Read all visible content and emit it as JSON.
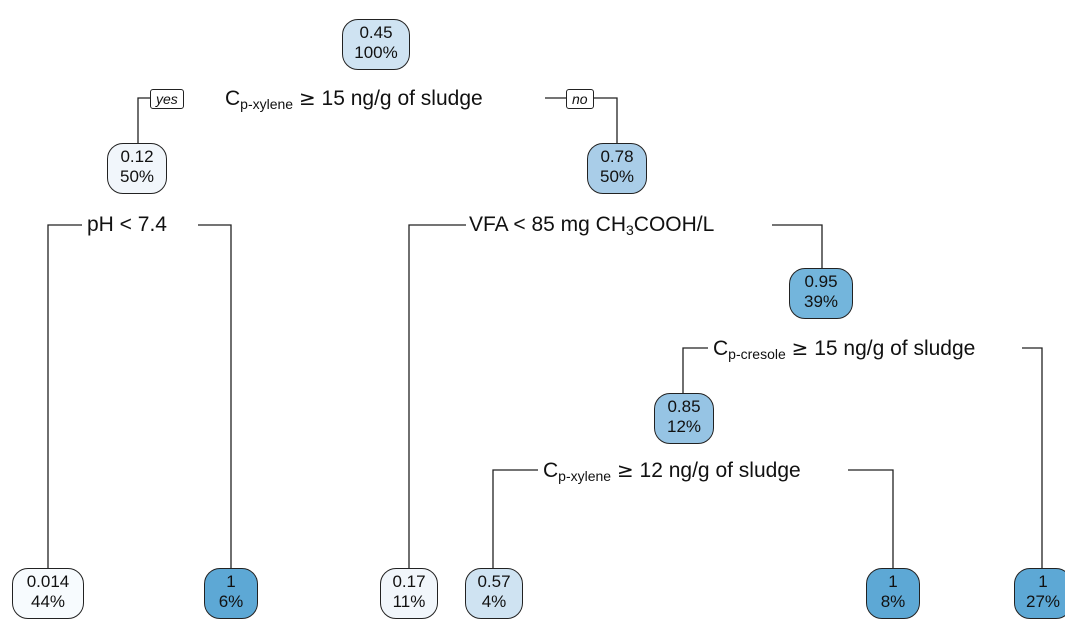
{
  "tree": {
    "nodes": [
      {
        "id": "root",
        "value": "0.45",
        "pct": "100%",
        "color": "#cfe3f2"
      },
      {
        "id": "n2",
        "value": "0.12",
        "pct": "50%",
        "color": "#f1f6fb"
      },
      {
        "id": "n3",
        "value": "0.78",
        "pct": "50%",
        "color": "#a9cde8"
      },
      {
        "id": "n4",
        "value": "0.014",
        "pct": "44%",
        "color": "#f7fbfe"
      },
      {
        "id": "n5",
        "value": "1",
        "pct": "6%",
        "color": "#5da8d5"
      },
      {
        "id": "n6",
        "value": "0.17",
        "pct": "11%",
        "color": "#f1f6fb"
      },
      {
        "id": "n7",
        "value": "0.95",
        "pct": "39%",
        "color": "#73b5dc"
      },
      {
        "id": "n14",
        "value": "0.85",
        "pct": "12%",
        "color": "#96c4e4"
      },
      {
        "id": "n15",
        "value": "1",
        "pct": "27%",
        "color": "#5da8d5"
      },
      {
        "id": "n28",
        "value": "0.57",
        "pct": "4%",
        "color": "#cfe3f2"
      },
      {
        "id": "n29",
        "value": "1",
        "pct": "8%",
        "color": "#5da8d5"
      }
    ],
    "splits": {
      "root": {
        "var": "C",
        "sub": "p-xylene",
        "op": "≥",
        "rest": "15 ng/g of sludge"
      },
      "n2": {
        "text": "pH < 7.4"
      },
      "n3": {
        "pre": "VFA < 85 mg CH",
        "sub": "3",
        "rest": "COOH/L"
      },
      "n7": {
        "var": "C",
        "sub": "p-cresole",
        "op": "≥",
        "rest": "15 ng/g of sludge"
      },
      "n14": {
        "var": "C",
        "sub": "p-xylene",
        "op": "≥",
        "rest": "12 ng/g of sludge"
      }
    },
    "branch_labels": {
      "yes": "yes",
      "no": "no"
    }
  }
}
